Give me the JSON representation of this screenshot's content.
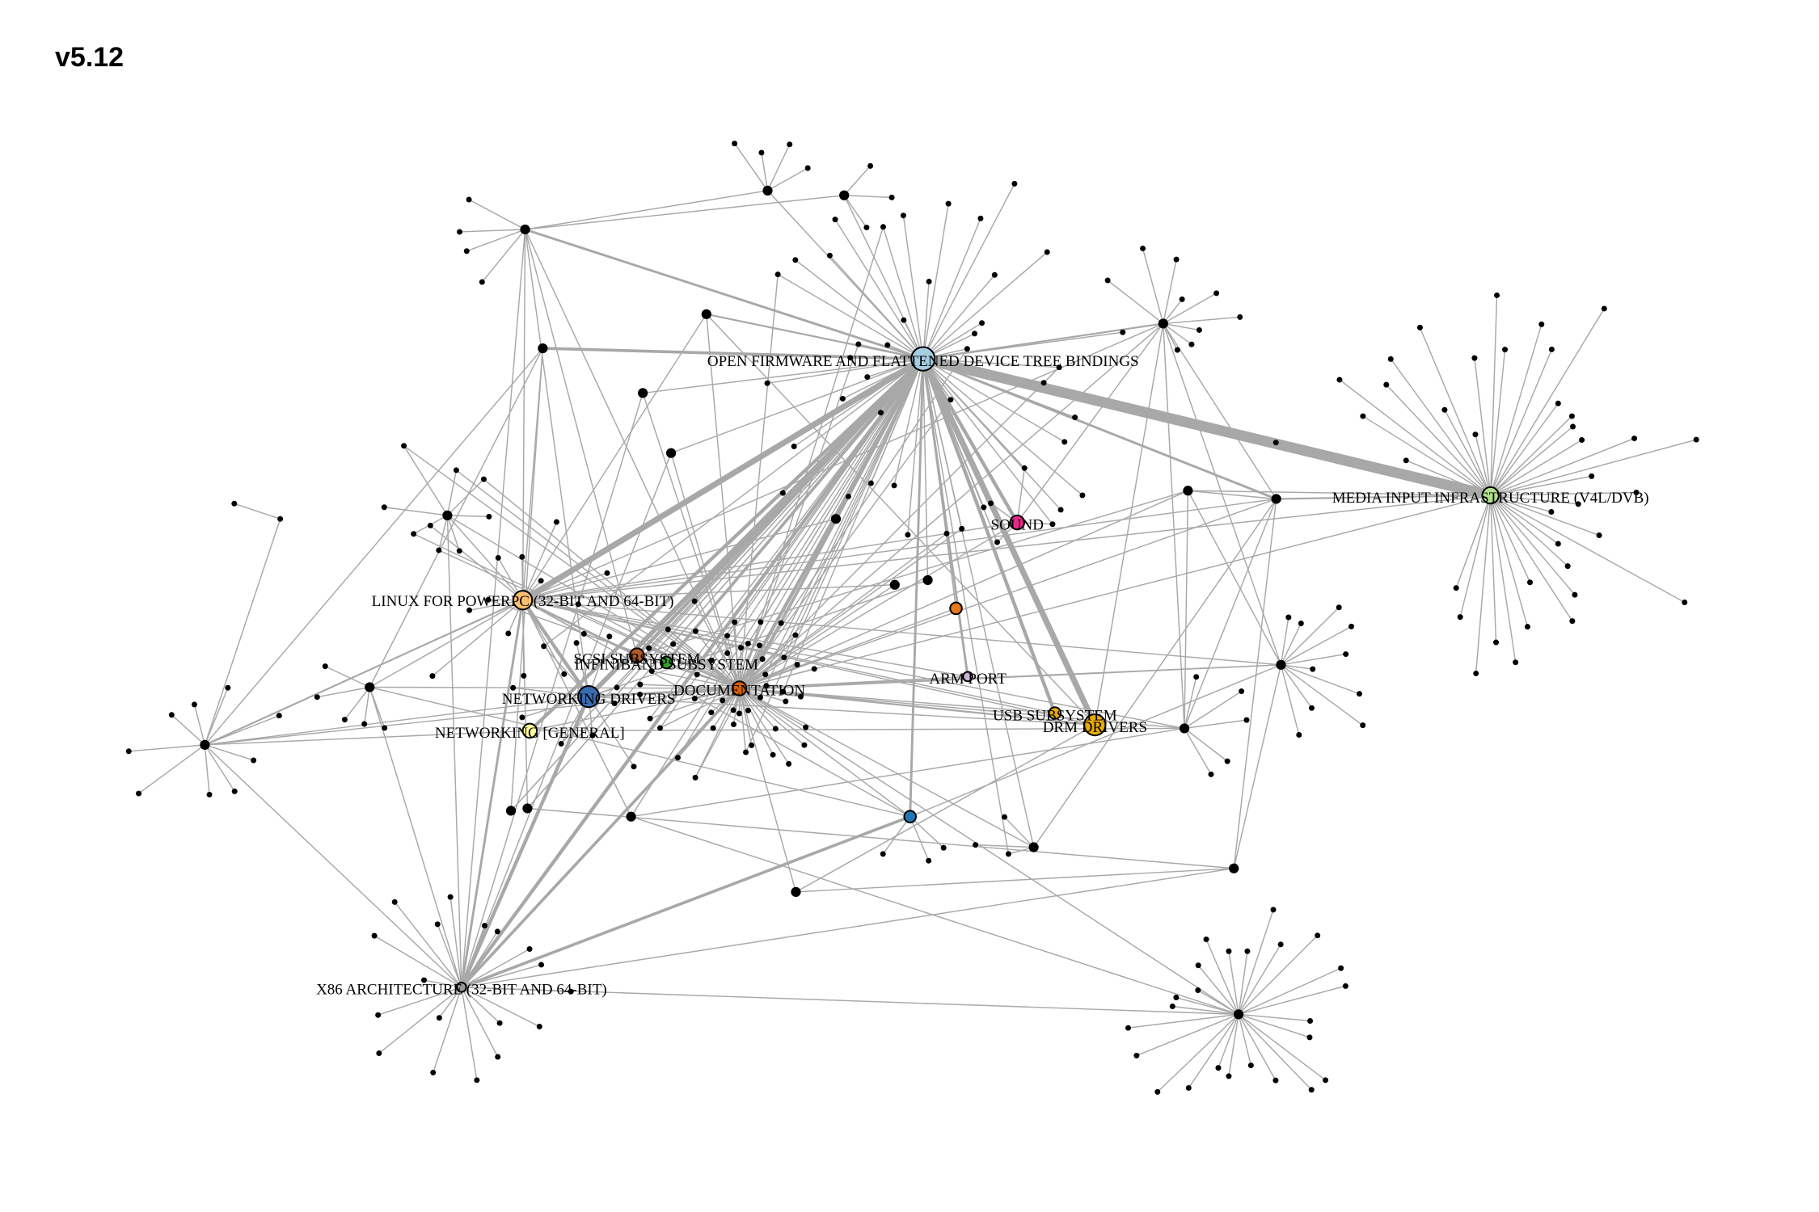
{
  "title": "v5.12",
  "edge_color": "#a8a8a8",
  "hubs": [
    {
      "id": "of",
      "label": "OPEN FIRMWARE AND FLATTENED DEVICE TREE BINDINGS",
      "color": "#a6cee3"
    },
    {
      "id": "media",
      "label": "MEDIA INPUT INFRASTRUCTURE (V4L/DVB)",
      "color": "#b2df8a"
    },
    {
      "id": "sound",
      "label": "SOUND",
      "color": "#e7298a"
    },
    {
      "id": "ppc",
      "label": "LINUX FOR POWERPC (32-BIT AND 64-BIT)",
      "color": "#fdbf6f"
    },
    {
      "id": "scsi",
      "label": "SCSI SUBSYSTEM",
      "color": "#b15928"
    },
    {
      "id": "ib",
      "label": "INFINIBAND SUBSYSTEM",
      "color": "#33a02c"
    },
    {
      "id": "doc",
      "label": "DOCUMENTATION",
      "color": "#d95f02"
    },
    {
      "id": "netdrv",
      "label": "NETWORKING DRIVERS",
      "color": "#386cb0"
    },
    {
      "id": "netgen",
      "label": "NETWORKING [GENERAL]",
      "color": "#ffff99"
    },
    {
      "id": "arm",
      "label": "ARM PORT",
      "color": "#cab2d6"
    },
    {
      "id": "usb",
      "label": "USB SUBSYSTEM",
      "color": "#e6ab02"
    },
    {
      "id": "drm",
      "label": "DRM DRIVERS",
      "color": "#e6ab02"
    },
    {
      "id": "x86",
      "label": "X86 ARCHITECTURE (32-BIT AND 64-BIT)",
      "color": "#999999"
    },
    {
      "id": "orange_small",
      "label": "",
      "color": "#e6791a"
    },
    {
      "id": "blue_small",
      "label": "",
      "color": "#1f78b4"
    }
  ]
}
